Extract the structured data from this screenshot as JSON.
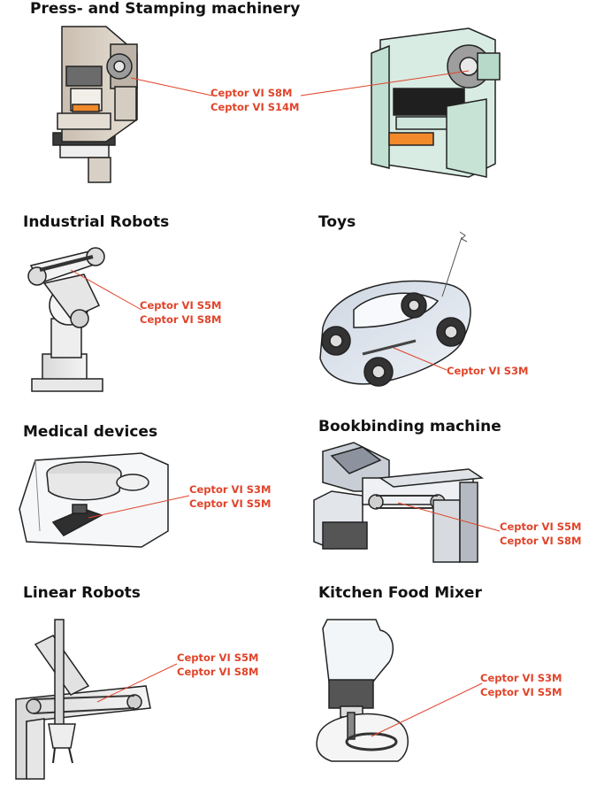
{
  "colors": {
    "label": "#e0442a",
    "heading": "#111111"
  },
  "sections": {
    "press": {
      "title": "Press- and Stamping machinery",
      "labels": [
        "Ceptor VI S8M",
        "Ceptor VI S14M"
      ]
    },
    "robots": {
      "title": "Industrial Robots",
      "labels": [
        "Ceptor VI S5M",
        "Ceptor VI S8M"
      ]
    },
    "toys": {
      "title": "Toys",
      "labels": [
        "Ceptor VI S3M"
      ]
    },
    "medical": {
      "title": "Medical devices",
      "labels": [
        "Ceptor VI S3M",
        "Ceptor VI S5M"
      ]
    },
    "bookbinding": {
      "title": "Bookbinding machine",
      "labels": [
        "Ceptor VI S5M",
        "Ceptor VI S8M"
      ]
    },
    "linear": {
      "title": "Linear Robots",
      "labels": [
        "Ceptor VI S5M",
        "Ceptor VI S8M"
      ]
    },
    "mixer": {
      "title": "Kitchen Food Mixer",
      "labels": [
        "Ceptor VI S3M",
        "Ceptor VI S5M"
      ]
    }
  }
}
